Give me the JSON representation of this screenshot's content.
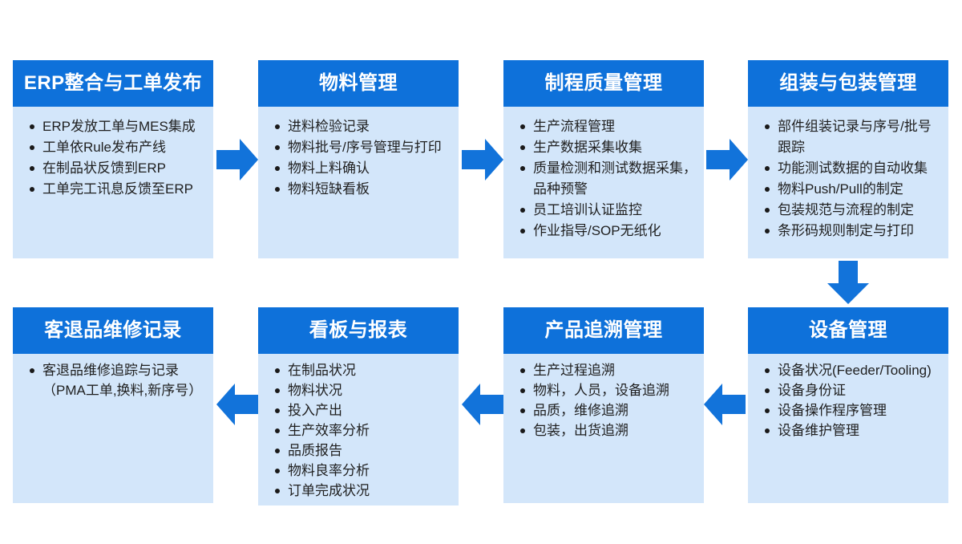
{
  "colors": {
    "header_bg": "#0e71da",
    "body_bg": "#d3e6fa",
    "arrow": "#1273da",
    "header_text": "#ffffff",
    "body_text": "#1f1f1f"
  },
  "boxes": [
    {
      "title": "ERP整合与工单发布",
      "items": [
        "ERP发放工单与MES集成",
        "工单依Rule发布产线",
        "在制品状反馈到ERP",
        "工单完工讯息反馈至ERP"
      ]
    },
    {
      "title": "物料管理",
      "items": [
        "进料检验记录",
        "物料批号/序号管理与打印",
        "物料上料确认",
        "物料短缺看板"
      ]
    },
    {
      "title": "制程质量管理",
      "items": [
        "生产流程管理",
        "生产数据采集收集",
        "质量检测和测试数据采集，\n品种预警",
        "员工培训认证监控",
        "作业指导/SOP无纸化"
      ]
    },
    {
      "title": "组装与包装管理",
      "items": [
        "部件组装记录与序号/批号\n跟踪",
        "功能测试数据的自动收集",
        "物料Push/Pull的制定",
        "包装规范与流程的制定",
        "条形码规则制定与打印"
      ]
    },
    {
      "title": "客退品维修记录",
      "items": [
        "客退品维修追踪与记录\n（PMA工单,换料,新序号）"
      ]
    },
    {
      "title": "看板与报表",
      "items": [
        "在制品状况",
        "物料状况",
        "投入产出",
        "生产效率分析",
        "品质报告",
        "物料良率分析",
        "订单完成状况"
      ]
    },
    {
      "title": "产品追溯管理",
      "items": [
        "生产过程追溯",
        "物料，人员，设备追溯",
        "品质，维修追溯",
        "包装，出货追溯"
      ]
    },
    {
      "title": "设备管理",
      "items": [
        "设备状况(Feeder/Tooling)",
        "设备身份证",
        "设备操作程序管理",
        "设备维护管理"
      ]
    }
  ]
}
